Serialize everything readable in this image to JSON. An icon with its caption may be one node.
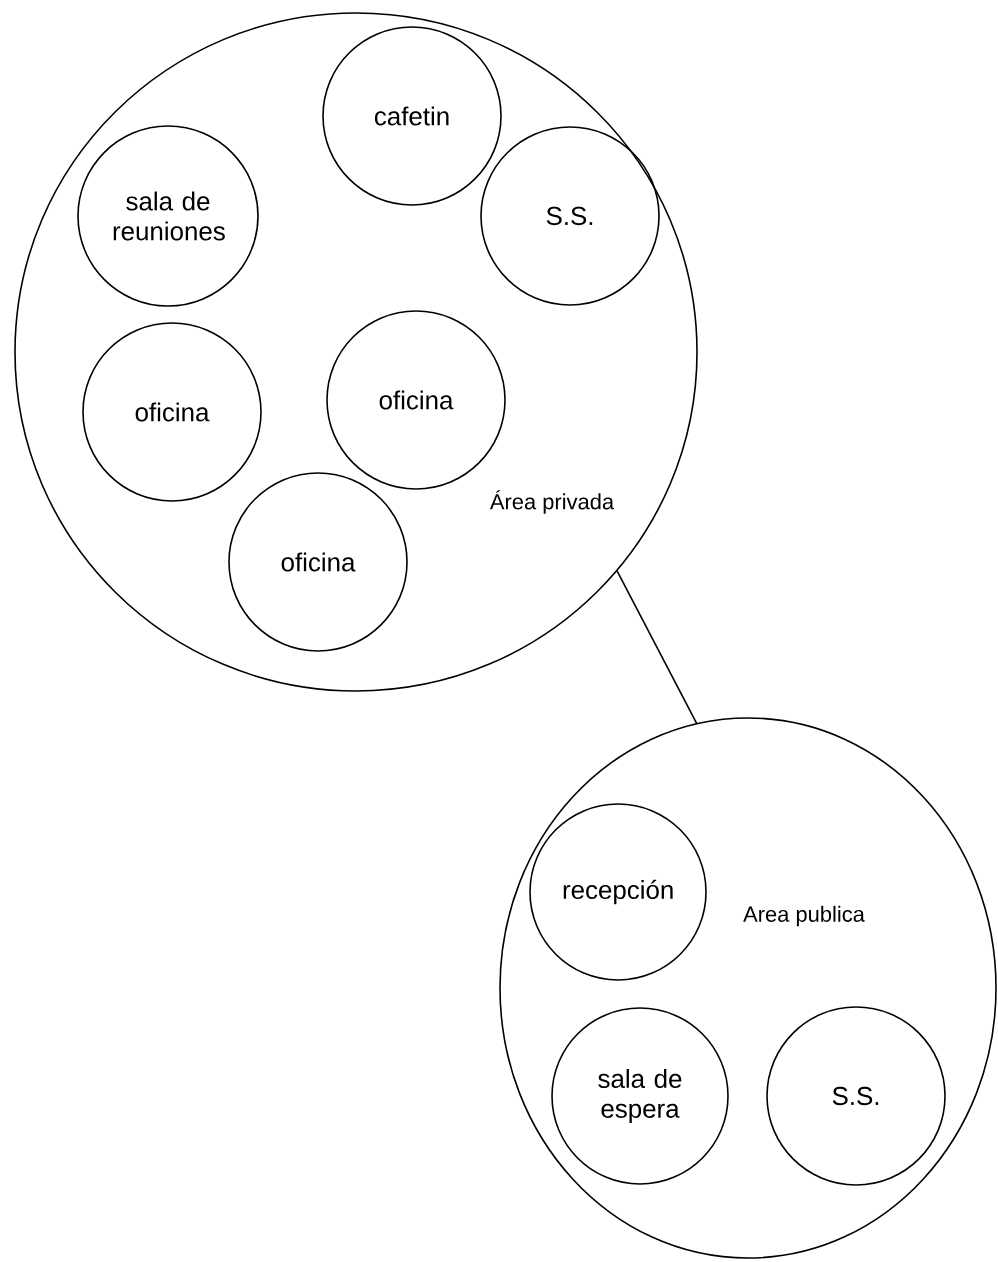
{
  "diagram": {
    "nodes": [
      {
        "text": [
          "Área privada"
        ]
      },
      {
        "text": [
          "cafetin"
        ],
        "in": 0
      },
      {
        "text": [
          "sala de reuniones"
        ],
        "in": 0
      },
      {
        "text": [
          "S.S."
        ],
        "in": 0
      },
      {
        "text": [
          "oficina"
        ],
        "in": 0
      },
      {
        "text": [
          "oficina"
        ],
        "in": 0
      },
      {
        "text": [
          "oficina"
        ],
        "in": 0
      },
      {
        "text": [
          "Area publica"
        ]
      },
      {
        "text": [
          "recepción"
        ],
        "in": 7
      },
      {
        "text": [
          "sala de espera"
        ],
        "in": 7
      },
      {
        "text": [
          "S.S."
        ],
        "in": 7
      }
    ],
    "edges": [
      {
        "from": 0,
        "to": 7,
        "arrow": "none"
      }
    ]
  }
}
